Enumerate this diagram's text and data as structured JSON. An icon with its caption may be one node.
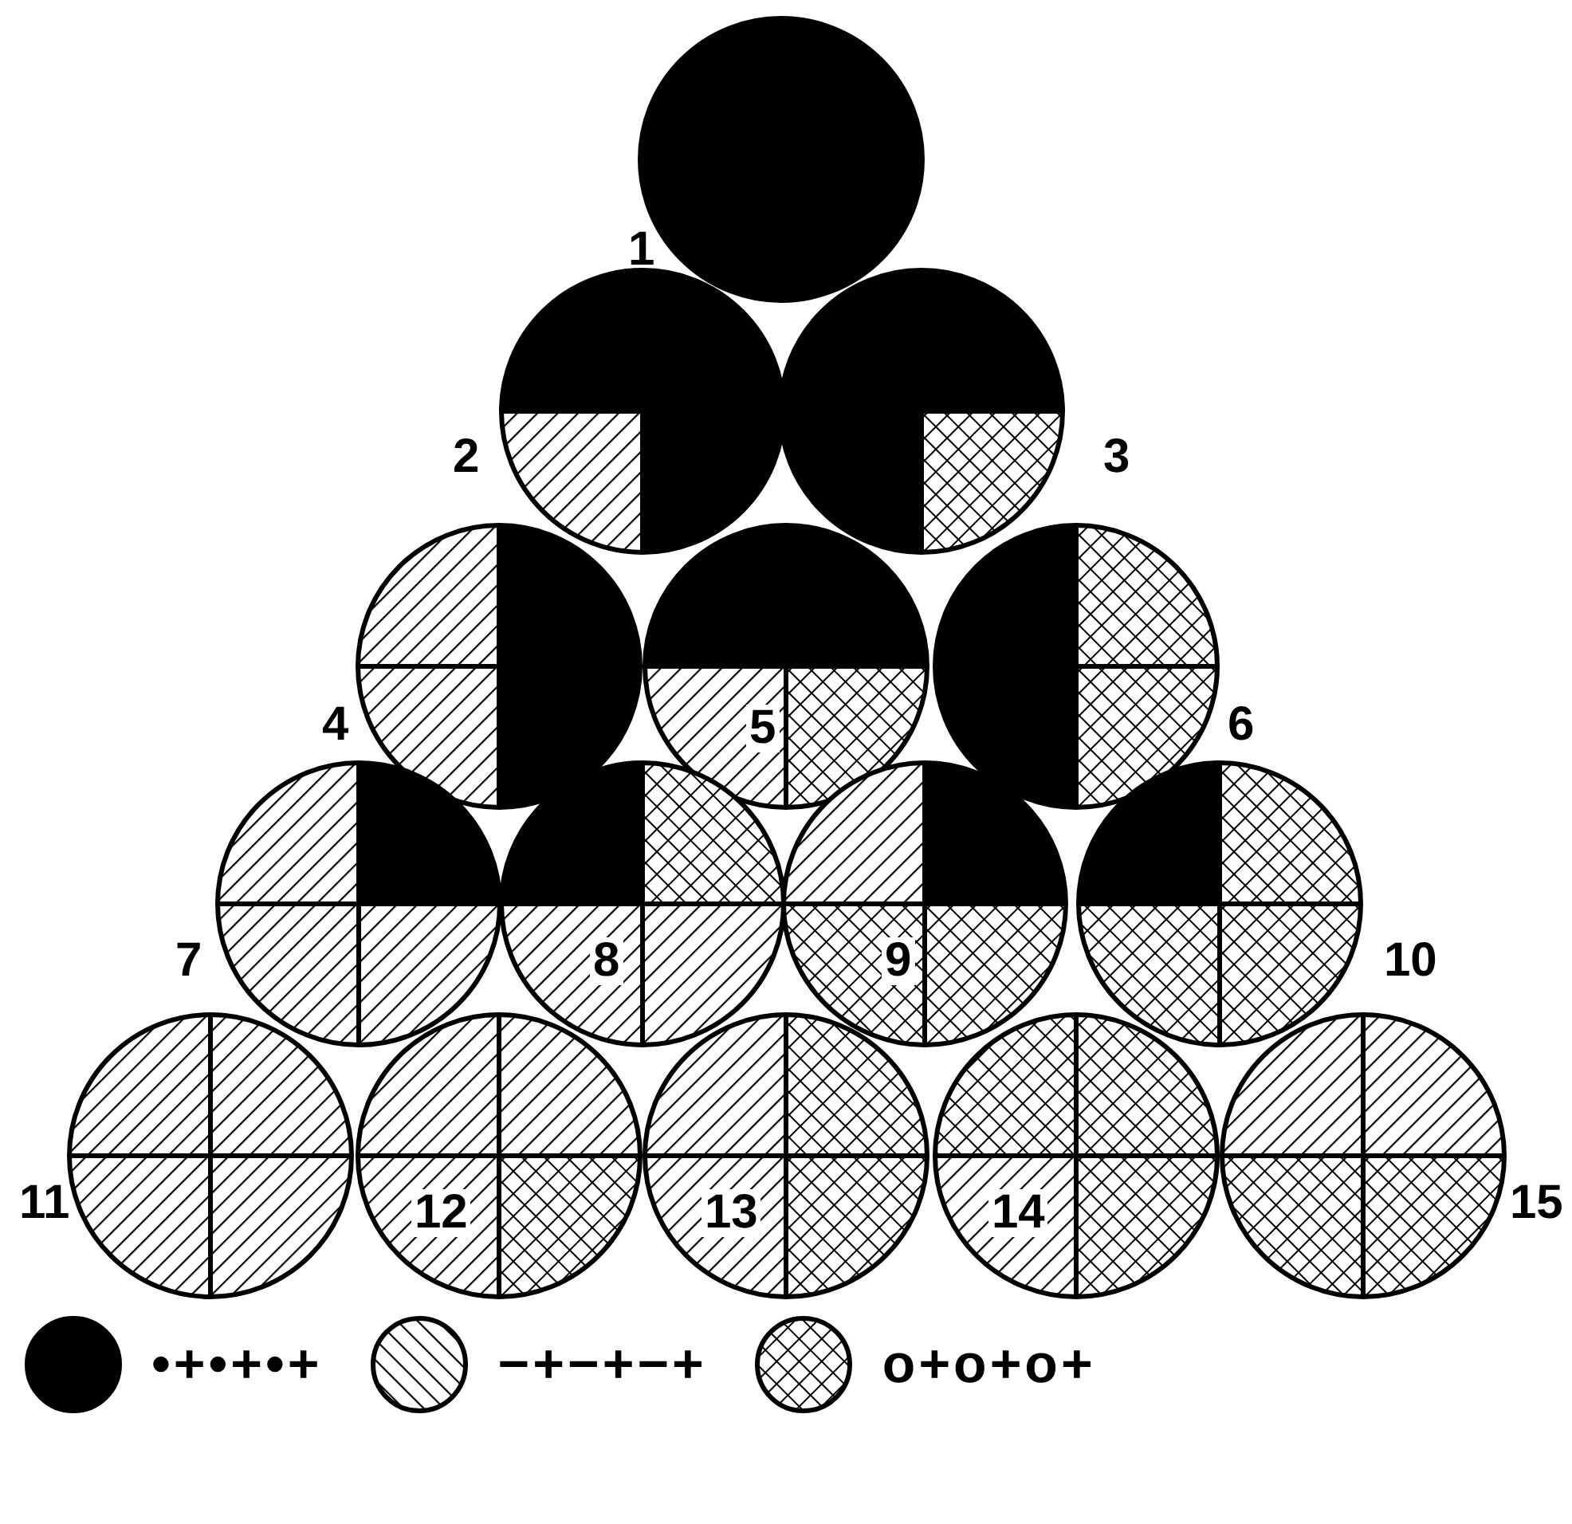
{
  "diagram": {
    "nodes": [
      {
        "text": [],
        "shape": "circle",
        "beside": [
          "1"
        ]
      },
      {
        "text": [],
        "shape": "circle",
        "beside": [
          "2"
        ]
      },
      {
        "text": [],
        "shape": "circle",
        "beside": [
          "3"
        ]
      },
      {
        "text": [],
        "shape": "circle",
        "beside": [
          "4"
        ]
      },
      {
        "text": [
          "5"
        ]
      },
      {
        "text": [],
        "shape": "circle",
        "beside": [
          "6"
        ]
      },
      {
        "text": [],
        "shape": "circle",
        "beside": [
          "7"
        ]
      },
      {
        "text": [
          "8"
        ]
      },
      {
        "text": [
          "9"
        ]
      },
      {
        "text": [],
        "shape": "circle",
        "beside": [
          "10"
        ]
      },
      {
        "text": [],
        "shape": "circle",
        "beside": [
          "11"
        ]
      },
      {
        "text": [
          "12"
        ]
      },
      {
        "text": [
          "13"
        ]
      },
      {
        "text": [
          "14"
        ]
      },
      {
        "text": [],
        "shape": "circle",
        "beside": [
          "15"
        ]
      }
    ],
    "legend": [
      {
        "text": "•+•+•+",
        "color": "#000000"
      },
      {
        "text": "−+−+−+"
      },
      {
        "text": "o+o+o+"
      }
    ]
  }
}
